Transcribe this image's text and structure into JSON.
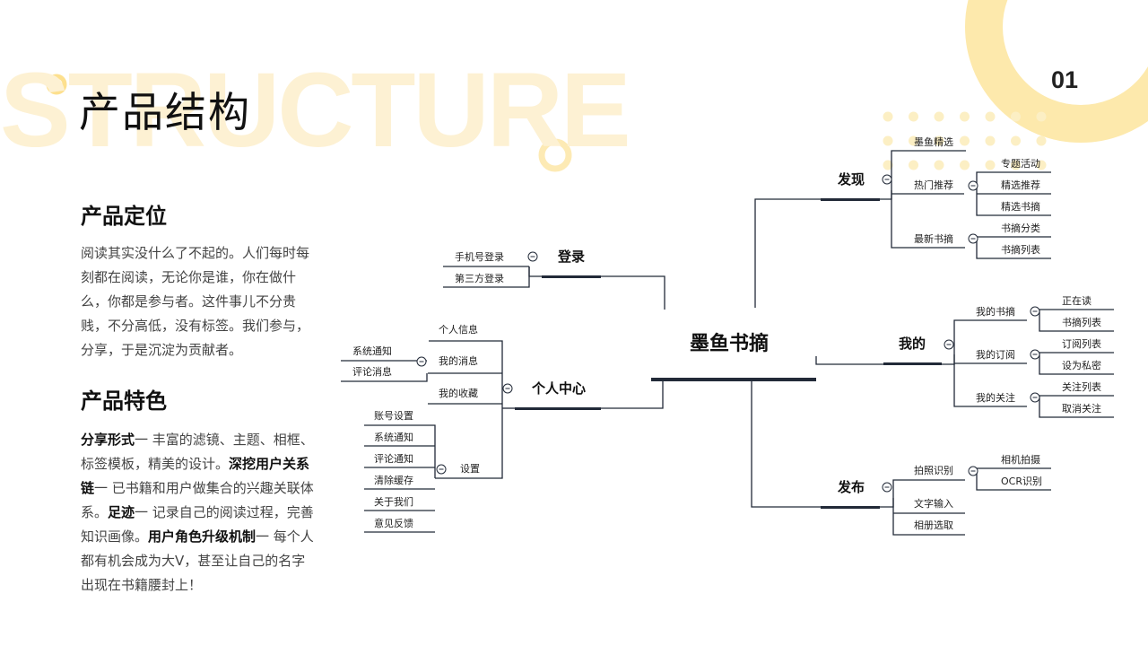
{
  "background_word": "STRUCTURE",
  "page_number": "01",
  "title": "产品结构",
  "section1": {
    "heading": "产品定位",
    "text": "阅读其实没什么了不起的。人们每时每刻都在阅读，无论你是谁，你在做什么，你都是参与者。这件事儿不分贵贱，不分高低，没有标签。我们参与，分享，于是沉淀为贡献者。"
  },
  "section2": {
    "heading": "产品特色",
    "parts": [
      {
        "bold": "分享形式",
        "text": "一 丰富的滤镜、主题、相框、标签模板，精美的设计。"
      },
      {
        "bold": "深挖用户关系链",
        "text": "一 已书籍和用户做集合的兴趣关联体系。"
      },
      {
        "bold": "足迹",
        "text": "一 记录自己的阅读过程，完善知识画像。"
      },
      {
        "bold": "用户角色升级机制",
        "text": "一 每个人都有机会成为大V，甚至让自己的名字出现在书籍腰封上！"
      }
    ]
  },
  "mindmap": {
    "root": "墨鱼书摘",
    "login": {
      "label": "登录",
      "children": [
        "手机号登录",
        "第三方登录"
      ]
    },
    "personal": {
      "label": "个人中心",
      "info": "个人信息",
      "messages": {
        "label": "我的消息",
        "children": [
          "系统通知",
          "评论消息"
        ]
      },
      "favorites": "我的收藏",
      "settings": {
        "label": "设置",
        "children": [
          "账号设置",
          "系统通知",
          "评论通知",
          "清除缓存",
          "关于我们",
          "意见反馈"
        ]
      }
    },
    "discover": {
      "label": "发现",
      "picks": "墨鱼精选",
      "hot": {
        "label": "热门推荐",
        "children": [
          "专题活动",
          "精选推荐",
          "精选书摘"
        ]
      },
      "latest": {
        "label": "最新书摘",
        "children": [
          "书摘分类",
          "书摘列表"
        ]
      }
    },
    "mine": {
      "label": "我的",
      "excerpts": {
        "label": "我的书摘",
        "children": [
          "正在读",
          "书摘列表"
        ]
      },
      "subscriptions": {
        "label": "我的订阅",
        "children": [
          "订阅列表",
          "设为私密"
        ]
      },
      "follows": {
        "label": "我的关注",
        "children": [
          "关注列表",
          "取消关注"
        ]
      }
    },
    "publish": {
      "label": "发布",
      "photo": {
        "label": "拍照识别",
        "children": [
          "相机拍摄",
          "OCR识别"
        ]
      },
      "text": "文字输入",
      "album": "相册选取"
    }
  },
  "colors": {
    "accent": "#fde9ac",
    "deco": "#fdf1d3",
    "line": "#222a38",
    "dots": "#fcefc4"
  }
}
